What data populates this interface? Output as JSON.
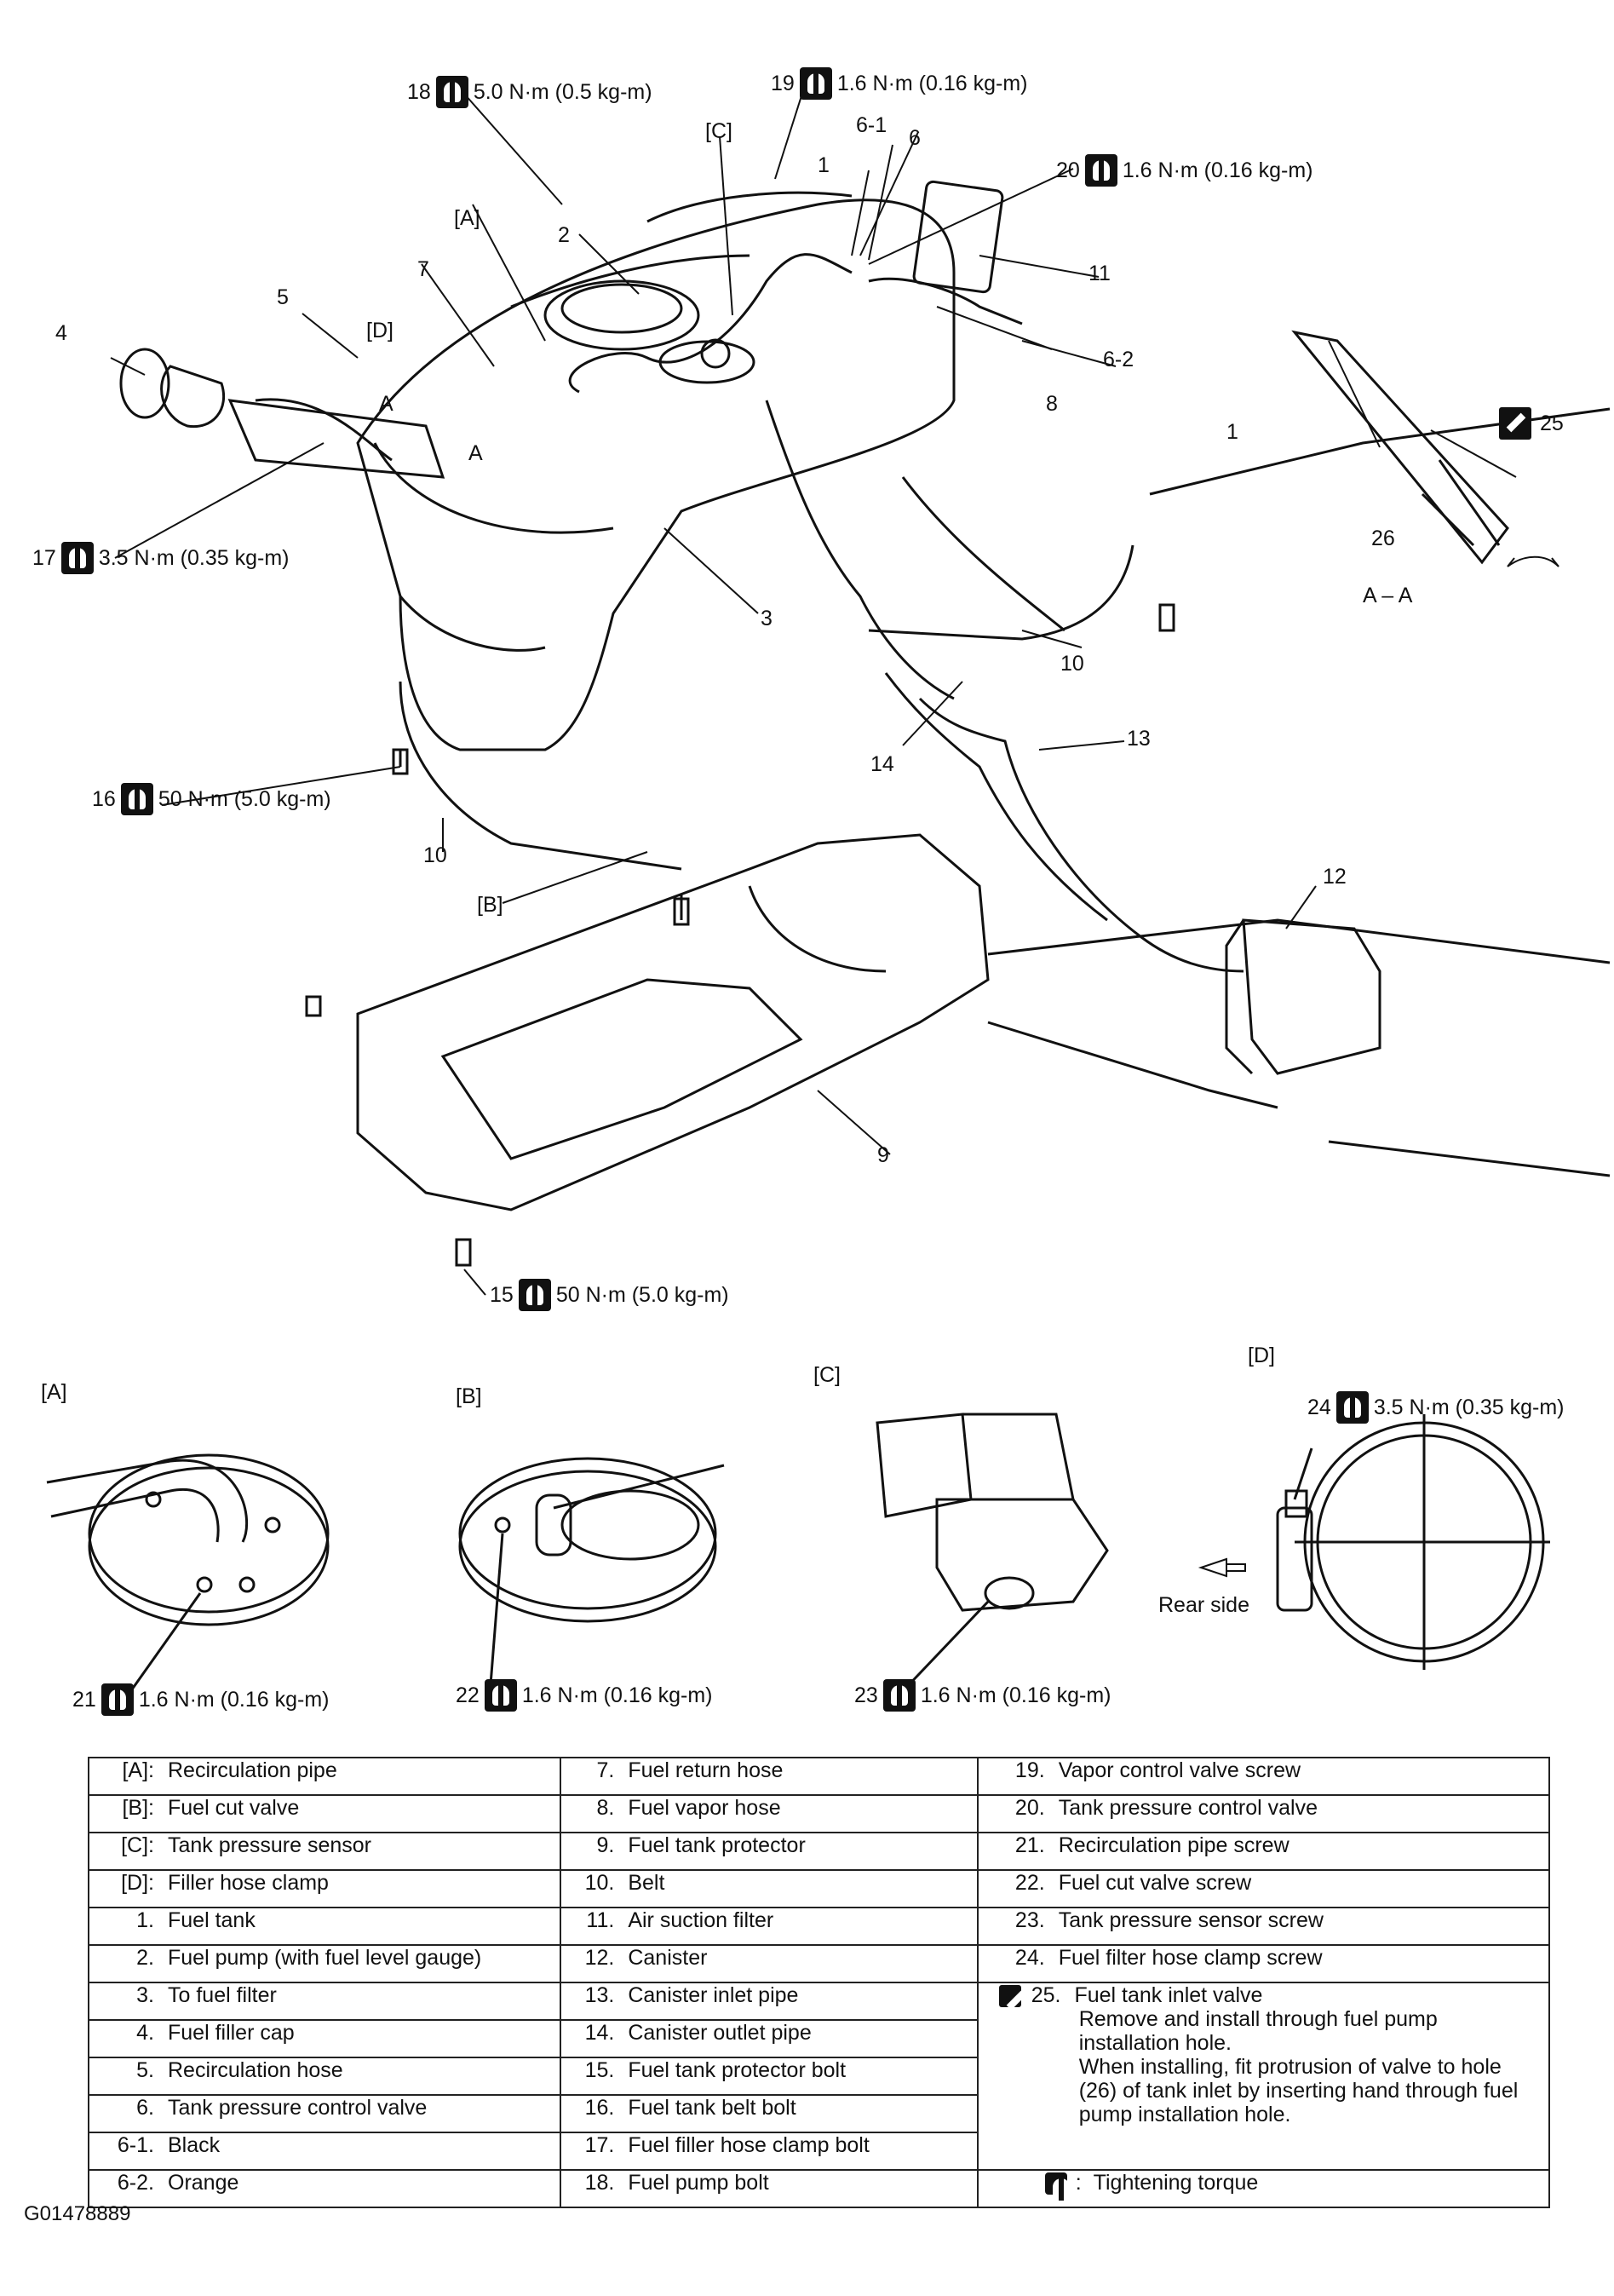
{
  "callouts": {
    "c1": "1",
    "c1b": "1",
    "c2": "2",
    "c3": "3",
    "c4": "4",
    "c5": "5",
    "c6": "6",
    "c6_1": "6-1",
    "c6_2": "6-2",
    "c7": "7",
    "c8": "8",
    "c9": "9",
    "c10a": "10",
    "c10b": "10",
    "c11": "11",
    "c12": "12",
    "c13": "13",
    "c14": "14",
    "c25": "25",
    "c26": "26",
    "cA": "[A]",
    "cB": "[B]",
    "cC": "[C]",
    "cD": "[D]",
    "secA1": "A",
    "secA2": "A",
    "section_view": "A – A",
    "detA": "[A]",
    "detB": "[B]",
    "detC": "[C]",
    "detD": "[D]",
    "rear_side": "Rear side"
  },
  "torques": [
    {
      "num": "18",
      "value": "5.0 N·m (0.5 kg-m)"
    },
    {
      "num": "19",
      "value": "1.6 N·m (0.16 kg-m)"
    },
    {
      "num": "20",
      "value": "1.6 N·m (0.16 kg-m)"
    },
    {
      "num": "17",
      "value": "3.5 N·m (0.35 kg-m)"
    },
    {
      "num": "16",
      "value": "50 N·m (5.0 kg-m)"
    },
    {
      "num": "15",
      "value": "50 N·m (5.0 kg-m)"
    },
    {
      "num": "24",
      "value": "3.5 N·m (0.35 kg-m)"
    },
    {
      "num": "21",
      "value": "1.6 N·m (0.16 kg-m)"
    },
    {
      "num": "22",
      "value": "1.6 N·m (0.16 kg-m)"
    },
    {
      "num": "23",
      "value": "1.6 N·m (0.16 kg-m)"
    }
  ],
  "legend": {
    "col1": [
      {
        "key": "[A]:",
        "text": "Recirculation pipe"
      },
      {
        "key": "[B]:",
        "text": "Fuel cut valve"
      },
      {
        "key": "[C]:",
        "text": "Tank pressure sensor"
      },
      {
        "key": "[D]:",
        "text": "Filler hose clamp"
      },
      {
        "key": "1.",
        "text": "Fuel tank"
      },
      {
        "key": "2.",
        "text": "Fuel pump (with fuel level gauge)"
      },
      {
        "key": "3.",
        "text": "To fuel filter"
      },
      {
        "key": "4.",
        "text": "Fuel filler cap"
      },
      {
        "key": "5.",
        "text": "Recirculation hose"
      },
      {
        "key": "6.",
        "text": "Tank pressure control valve"
      },
      {
        "key": "6-1.",
        "text": "Black"
      },
      {
        "key": "6-2.",
        "text": "Orange"
      }
    ],
    "col2": [
      {
        "key": "7.",
        "text": "Fuel return hose"
      },
      {
        "key": "8.",
        "text": "Fuel vapor hose"
      },
      {
        "key": "9.",
        "text": "Fuel tank protector"
      },
      {
        "key": "10.",
        "text": "Belt"
      },
      {
        "key": "11.",
        "text": "Air suction filter"
      },
      {
        "key": "12.",
        "text": "Canister"
      },
      {
        "key": "13.",
        "text": "Canister inlet pipe"
      },
      {
        "key": "14.",
        "text": "Canister outlet pipe"
      },
      {
        "key": "15.",
        "text": "Fuel tank protector bolt"
      },
      {
        "key": "16.",
        "text": "Fuel tank belt bolt"
      },
      {
        "key": "17.",
        "text": "Fuel filler hose clamp bolt"
      },
      {
        "key": "18.",
        "text": "Fuel pump bolt"
      }
    ],
    "col3": [
      {
        "key": "19.",
        "text": "Vapor control valve screw"
      },
      {
        "key": "20.",
        "text": "Tank pressure control valve"
      },
      {
        "key": "21.",
        "text": "Recirculation pipe screw"
      },
      {
        "key": "22.",
        "text": "Fuel cut valve screw"
      },
      {
        "key": "23.",
        "text": "Tank pressure sensor screw"
      },
      {
        "key": "24.",
        "text": "Fuel filter hose clamp screw"
      }
    ],
    "item25": {
      "key": "25.",
      "title": "Fuel tank inlet valve",
      "line1": "Remove and install through fuel pump installation hole.",
      "line2": "When installing, fit protrusion of valve to hole (26) of tank inlet by inserting hand through fuel pump installation hole."
    },
    "torque_key": ":",
    "torque_text": "Tightening torque"
  },
  "figure_id": "G01478889"
}
